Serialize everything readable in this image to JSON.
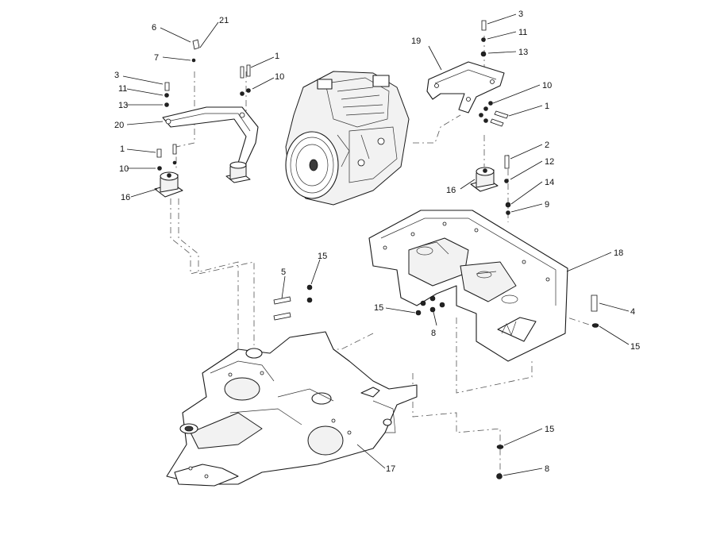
{
  "callouts": [
    "6",
    "21",
    "7",
    "1",
    "3",
    "10",
    "11",
    "13",
    "20",
    "1",
    "10",
    "16",
    "19",
    "3",
    "11",
    "13",
    "10",
    "1",
    "2",
    "12",
    "16",
    "14",
    "9",
    "18",
    "5",
    "15",
    "15",
    "8",
    "4",
    "15",
    "15",
    "8",
    "17"
  ],
  "colors": {
    "line": "#1a1a1a",
    "background": "#ffffff"
  }
}
